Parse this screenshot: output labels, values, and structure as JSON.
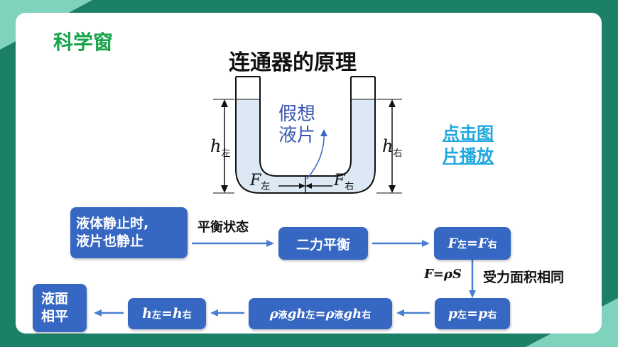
{
  "section_label": "科学窗",
  "title": "连通器的原理",
  "play_link": [
    "点击图",
    "片播放"
  ],
  "diagram": {
    "virtual_slice_label": [
      "假想",
      "液片"
    ],
    "h_left_main": "h",
    "h_left_sub": "左",
    "h_right_main": "h",
    "h_right_sub": "右",
    "f_left_main": "F",
    "f_left_sub": "左",
    "f_right_main": "F",
    "f_right_sub": "右"
  },
  "flow": {
    "box_rest": [
      "液体静止时,",
      "液片也静止"
    ],
    "label_balance_state": "平衡状态",
    "box_two_force": "二力平衡",
    "box_f_eq": {
      "a": "F",
      "a_sub": "左",
      "eq": "=",
      "b": "F",
      "b_sub": "右"
    },
    "label_formula": "F=ρS",
    "label_same_area": "受力面积相同",
    "box_p_eq": {
      "a": "p",
      "a_sub": "左",
      "eq": "=",
      "b": "p",
      "b_sub": "右"
    },
    "box_rho_eq": {
      "a": "ρ",
      "a_sub": "液",
      "a2": "gh",
      "a2_sub": "左",
      "eq": "=",
      "b": "ρ",
      "b_sub": "液",
      "b2": "gh",
      "b2_sub": "右"
    },
    "box_h_eq": {
      "a": "h",
      "a_sub": "左",
      "eq": "=",
      "b": "h",
      "b_sub": "右"
    },
    "box_level": [
      "液面",
      "相平"
    ]
  },
  "colors": {
    "background": "#1f8a73",
    "box": "#3567c3",
    "arrow": "#4a7fd0",
    "section_label": "#17a34a",
    "link": "#1fa8e0",
    "liquid": "#dce9f5"
  }
}
